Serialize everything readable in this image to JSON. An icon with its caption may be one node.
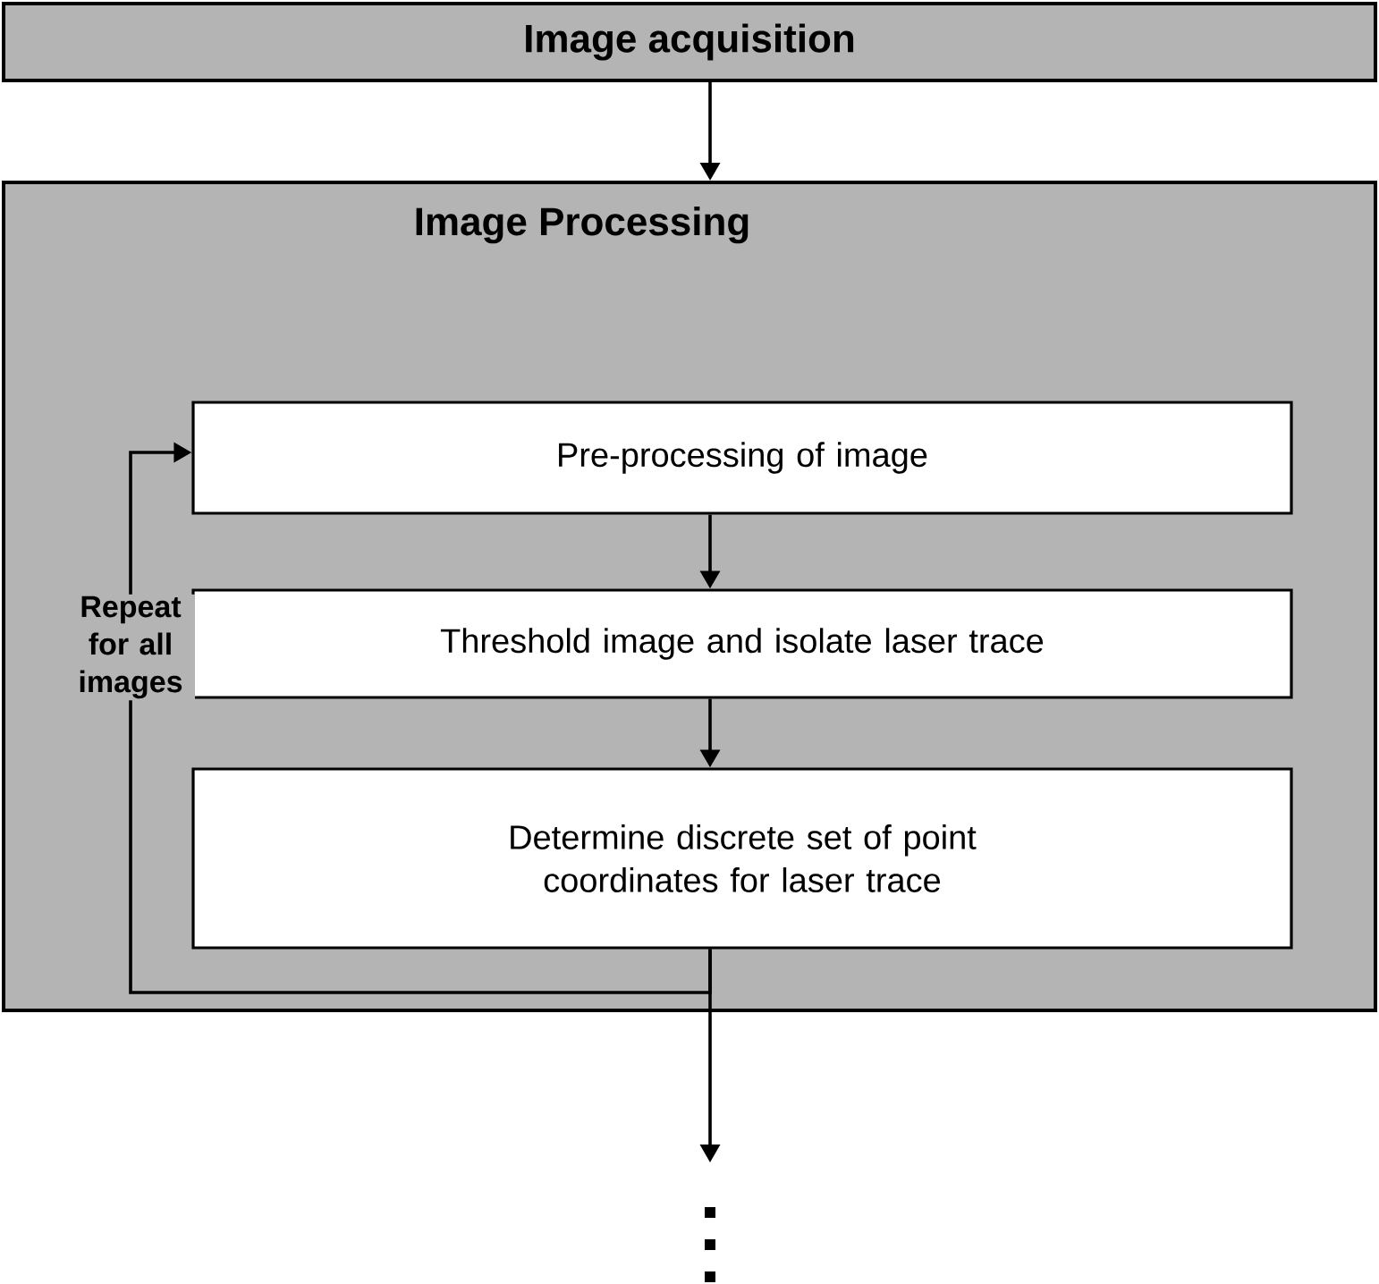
{
  "diagram": {
    "nodes": [
      {
        "text": [
          "Image acquisition"
        ]
      },
      {
        "text": [
          "Image Processing"
        ]
      },
      {
        "text": [
          "Pre-processing of image"
        ],
        "in": 1
      },
      {
        "text": [
          "Threshold image and isolate laser trace"
        ],
        "in": 1
      },
      {
        "text": [
          "Determine discrete set of point coordinates for laser trace"
        ],
        "in": 1
      }
    ],
    "edges": [
      {
        "from": 0,
        "to": 1,
        "arrow": "to"
      },
      {
        "from": 2,
        "to": 3,
        "arrow": "to"
      },
      {
        "from": 3,
        "to": 4,
        "arrow": "to"
      },
      {
        "from": 4,
        "to": 2,
        "arrow": "to",
        "label": "Repeat for all images"
      },
      {
        "from": 4,
        "to": null,
        "arrow": "to"
      }
    ]
  }
}
